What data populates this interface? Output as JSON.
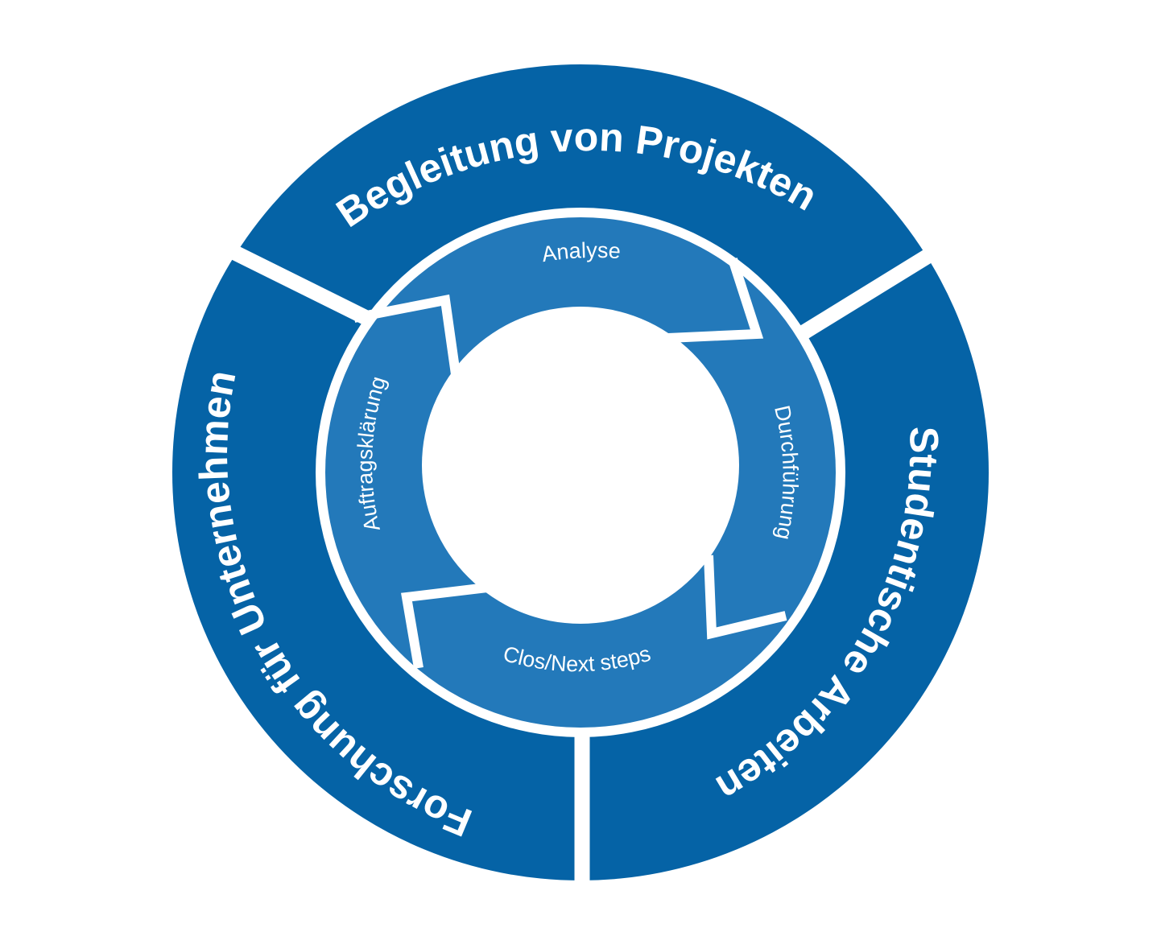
{
  "colors": {
    "outer_ring": "#0563a6",
    "inner_ring": "#2379ba",
    "background": "#ffffff",
    "text": "#ffffff"
  },
  "outer_ring": {
    "segments": [
      {
        "id": "top",
        "label": "Begleitung von Projekten"
      },
      {
        "id": "right",
        "label": "Studentische Arbeiten"
      },
      {
        "id": "left",
        "label": "Forschung für Unternehmen"
      }
    ]
  },
  "inner_cycle": {
    "steps": [
      {
        "id": "analyse",
        "label": "Analyse"
      },
      {
        "id": "durchfuehrung",
        "label": "Durchführung"
      },
      {
        "id": "clos",
        "label": "Clos/Next steps"
      },
      {
        "id": "auftrag",
        "label": "Auftragsklärung"
      }
    ]
  }
}
